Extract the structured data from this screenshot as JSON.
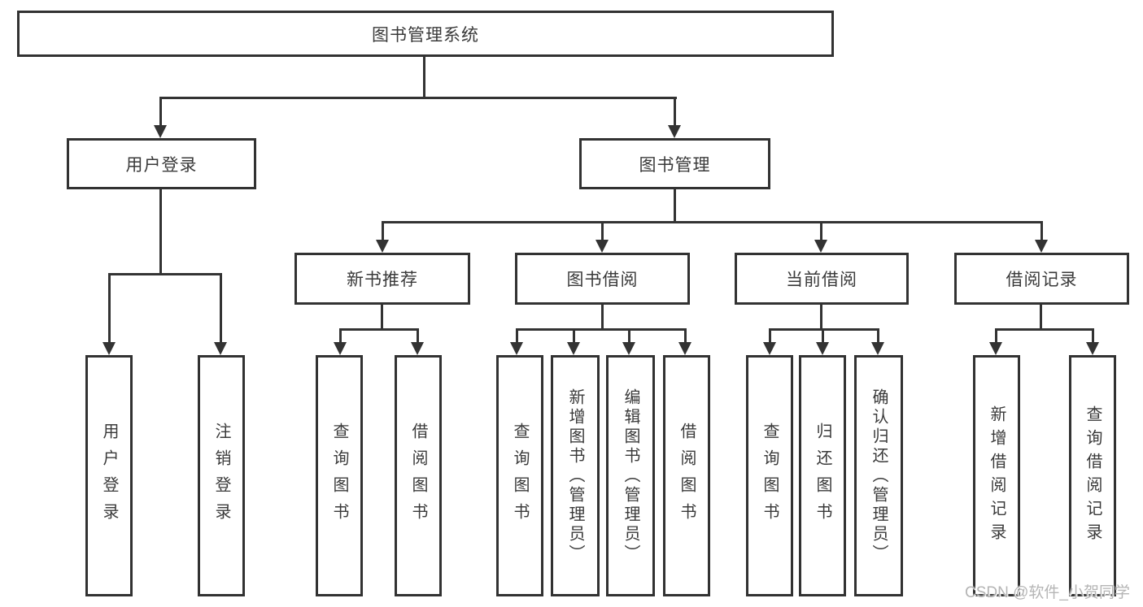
{
  "tree": {
    "root": {
      "label": "图书管理系统"
    },
    "branches": [
      {
        "label": "用户登录",
        "children": [
          "用户登录",
          "注销登录"
        ]
      },
      {
        "label": "图书管理",
        "groups": [
          {
            "label": "新书推荐",
            "children": [
              "查询图书",
              "借阅图书"
            ]
          },
          {
            "label": "图书借阅",
            "children": [
              "查询图书",
              "新增图书（管理员）",
              "编辑图书（管理员）",
              "借阅图书"
            ]
          },
          {
            "label": "当前借阅",
            "children": [
              "查询图书",
              "归还图书",
              "确认归还（管理员）"
            ]
          },
          {
            "label": "借阅记录",
            "children": [
              "新增借阅记录",
              "查询借阅记录"
            ]
          }
        ]
      }
    ]
  },
  "watermark": {
    "text": "CSDN @软件_小贺同学"
  },
  "colors": {
    "box_border": "#323232",
    "connector": "#333333",
    "text": "#3a3a3a",
    "watermark": "#b5b5b5",
    "background": "#ffffff"
  }
}
